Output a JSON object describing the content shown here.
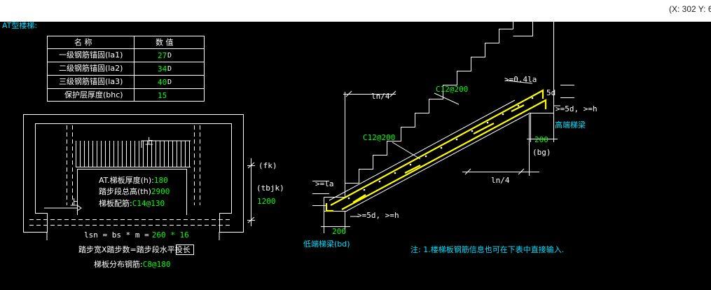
{
  "status_bar": {
    "coords": "(X: 302 Y: 6"
  },
  "title": "AT型楼梯:",
  "table": {
    "headers": [
      "名  称",
      "数  值"
    ],
    "rows": [
      {
        "label": "一级钢筋锚固(la1)",
        "value": "27",
        "unit": "D"
      },
      {
        "label": "二级钢筋锚固(la2)",
        "value": "34",
        "unit": "D"
      },
      {
        "label": "三级钢筋锚固(la3)",
        "value": "40",
        "unit": "D"
      },
      {
        "label": "保护层厚度(bhc)",
        "value": "15",
        "unit": ""
      }
    ]
  },
  "plan": {
    "arrow_label_1": "上",
    "arrow_label_2": "上",
    "thickness_label": "AT.梯板厚度(h):",
    "thickness_value": "180",
    "height_label": "踏步段总高(th)",
    "height_value": "2900",
    "rebar_label": "梯板配筋:",
    "rebar_value": "C14@130",
    "fk_label": "(fk)",
    "tbjk_label": "(tbjk)",
    "tbjk_value": "1200",
    "lsn_formula": "lsn = bs * m =",
    "lsn_value": "260 * 16",
    "caption_1": "踏步宽X踏步数=踏步段水平投长",
    "caption_2_label": "梯板分布钢筋:",
    "caption_2_value": "C8@180"
  },
  "section": {
    "upper_rebar": "C12@200",
    "lower_rebar": "C12@200",
    "ln4_top": "ln/4",
    "ln4_bottom": "ln/4",
    "la_top": ">=0.4la",
    "d5_top": "5d",
    "d5h_top": ">=5d, >=h",
    "high_beam": "高端梯梁",
    "bg_value": "200",
    "bg_label": "(bg)",
    "la_bottom": ">=la",
    "d5h_bottom": ">=5d, >=h",
    "bd_value": "200",
    "low_beam": "低端梯梁(bd)"
  },
  "note": "注: 1.楼梯板钢筋信息也可在下表中直接输入."
}
